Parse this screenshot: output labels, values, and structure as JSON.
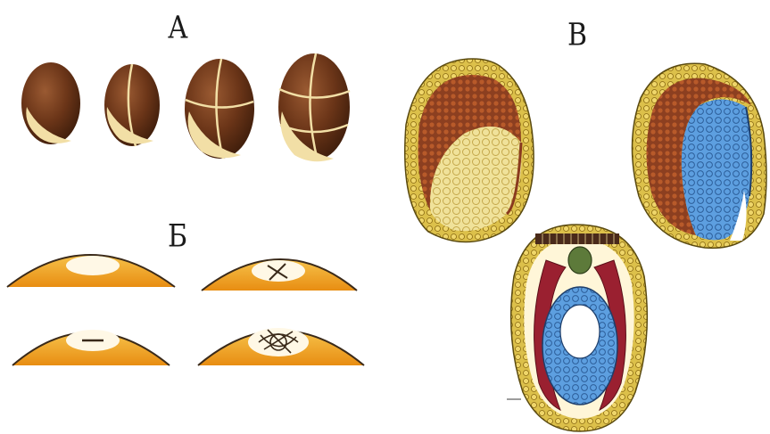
{
  "labels": {
    "a": "А",
    "b": "Б",
    "v": "В"
  },
  "colors": {
    "egg_dark": "#5a2b12",
    "egg_light": "#f2dfa6",
    "yolk_orange": "#f0a21e",
    "wall_yellow": "#e8c64a",
    "ectoderm_brown": "#8a3a1e",
    "endoderm_blue": "#4f8fd6",
    "mesoderm_red": "#9a2030",
    "notochord_green": "#5d7a3a"
  }
}
